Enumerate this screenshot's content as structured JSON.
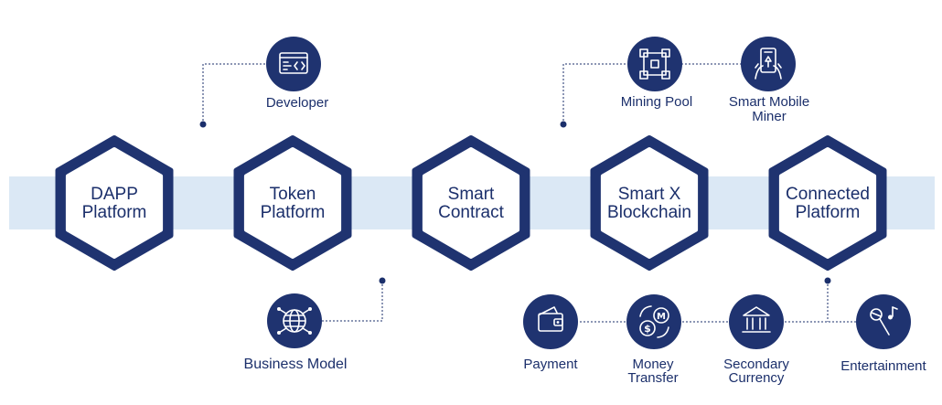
{
  "colors": {
    "navy": "#1f3370",
    "text": "#1b2f6b",
    "band": "#dbe8f5",
    "white": "#ffffff"
  },
  "hexagons": [
    {
      "line1": "DAPP",
      "line2": "Platform"
    },
    {
      "line1": "Token",
      "line2": "Platform"
    },
    {
      "line1": "Smart",
      "line2": "Contract"
    },
    {
      "line1": "Smart X",
      "line2": "Blockchain"
    },
    {
      "line1": "Connected",
      "line2": "Platform"
    }
  ],
  "nodes": {
    "developer": {
      "label": "Developer",
      "icon": "code-window-icon"
    },
    "business_model": {
      "label": "Business Model",
      "icon": "globe-network-icon"
    },
    "mining_pool": {
      "label": "Mining Pool",
      "icon": "cube-network-icon"
    },
    "smart_mobile_miner": {
      "line1": "Smart Mobile",
      "line2": "Miner",
      "icon": "mobile-miner-icon"
    },
    "payment": {
      "label": "Payment",
      "icon": "wallet-icon"
    },
    "money_transfer": {
      "line1": "Money",
      "line2": "Transfer",
      "icon": "money-transfer-icon"
    },
    "secondary_currency": {
      "line1": "Secondary",
      "line2": "Currency",
      "icon": "bank-icon"
    },
    "entertainment": {
      "label": "Entertainment",
      "icon": "microphone-music-icon"
    }
  }
}
